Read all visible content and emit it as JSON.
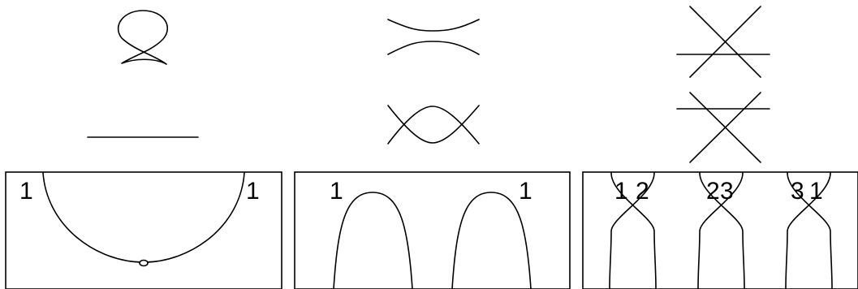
{
  "panels": [
    {
      "labels": [
        "1",
        "1"
      ]
    },
    {
      "labels": [
        "1",
        "1"
      ]
    },
    {
      "labels": [
        "1",
        "2",
        "2",
        "3",
        "3",
        "1"
      ]
    }
  ]
}
